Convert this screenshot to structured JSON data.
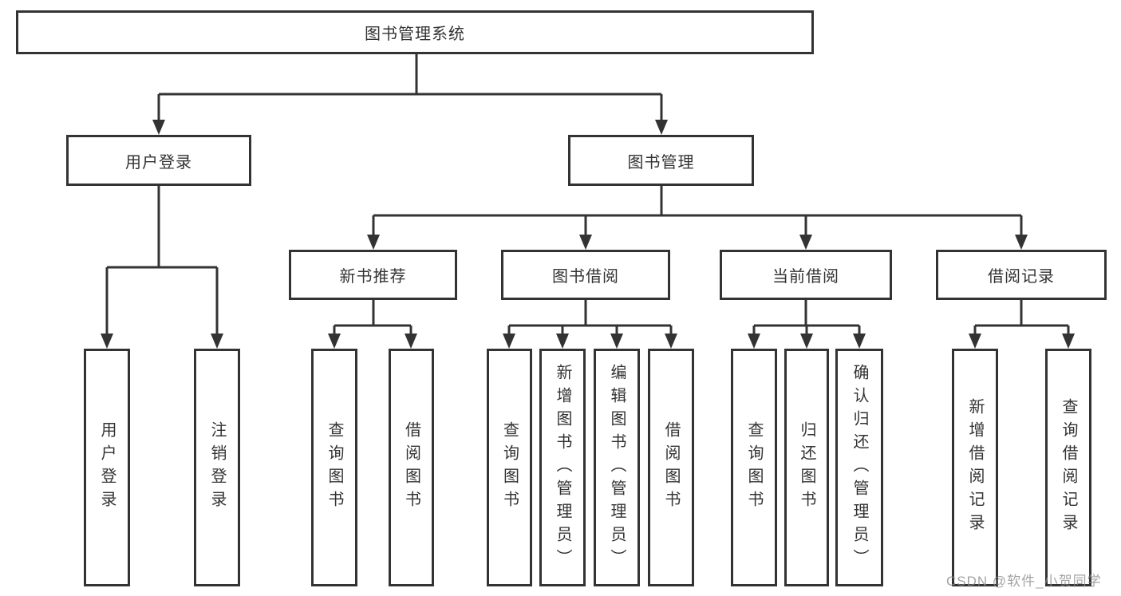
{
  "tree": {
    "label": "图书管理系统",
    "children": [
      {
        "label": "用户登录",
        "children": [
          {
            "label": "用户登录"
          },
          {
            "label": "注销登录"
          }
        ]
      },
      {
        "label": "图书管理",
        "children": [
          {
            "label": "新书推荐",
            "children": [
              {
                "label": "查询图书"
              },
              {
                "label": "借阅图书"
              }
            ]
          },
          {
            "label": "图书借阅",
            "children": [
              {
                "label": "查询图书"
              },
              {
                "label": "新增图书（管理员）"
              },
              {
                "label": "编辑图书（管理员）"
              },
              {
                "label": "借阅图书"
              }
            ]
          },
          {
            "label": "当前借阅",
            "children": [
              {
                "label": "查询图书"
              },
              {
                "label": "归还图书"
              },
              {
                "label": "确认归还（管理员）"
              }
            ]
          },
          {
            "label": "借阅记录",
            "children": [
              {
                "label": "新增借阅记录"
              },
              {
                "label": "查询借阅记录"
              }
            ]
          }
        ]
      }
    ]
  },
  "watermark": {
    "text": "CSDN @软件_小贺同学"
  },
  "colors": {
    "line": "#333333",
    "text": "#333333",
    "watermark": "#8c8c8c",
    "background": "#ffffff"
  }
}
